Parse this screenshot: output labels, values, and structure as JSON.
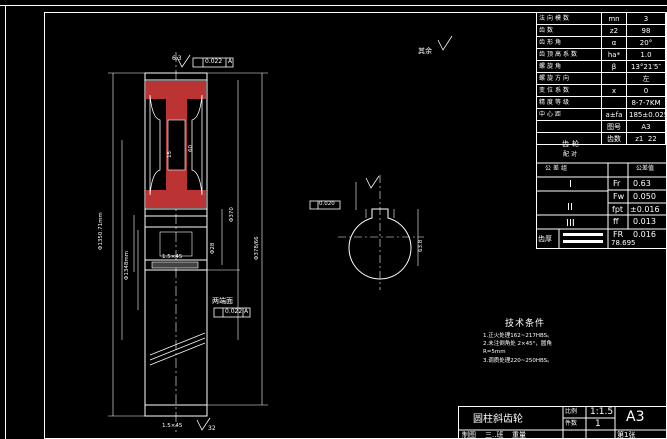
{
  "gear_params": [
    {
      "label": "法向模数",
      "symbol": "mn",
      "value": "3"
    },
    {
      "label": "齿数",
      "symbol": "z2",
      "value": "98"
    },
    {
      "label": "齿形角",
      "symbol": "α",
      "value": "20°"
    },
    {
      "label": "齿顶高系数",
      "symbol": "ha*",
      "value": "1.0"
    },
    {
      "label": "螺旋角",
      "symbol": "β",
      "value": "13°21′5″"
    },
    {
      "label": "螺旋方向",
      "symbol": "",
      "value": "左"
    },
    {
      "label": "变位系数",
      "symbol": "x",
      "value": "0"
    },
    {
      "label": "精度等级",
      "symbol": "",
      "value": "8-7-7KM"
    },
    {
      "label": "中心距",
      "symbol": "a±fa",
      "value": "185±0.025"
    }
  ],
  "mating": {
    "label1": "配对",
    "label2": "齿轮",
    "col_tuhao": "图号",
    "col_chishu": "齿数",
    "tuhao": "A3",
    "symbol": "z1",
    "teeth": "22"
  },
  "tolerance": {
    "header_group": "公差组",
    "header_value": "公差值",
    "groups": [
      {
        "roman": "I",
        "rows": [
          {
            "sym": "Fr",
            "val": "0.63"
          },
          {
            "sym": "Fw",
            "val": "0.050"
          }
        ]
      },
      {
        "roman": "II",
        "rows": [
          {
            "sym": "fpt",
            "val": "±0.016"
          },
          {
            "sym": "ff",
            "val": "0.013"
          }
        ]
      },
      {
        "roman": "III",
        "rows": [
          {
            "sym": "FR",
            "val": "0.016"
          }
        ]
      }
    ],
    "thickness_label": "齿厚",
    "thickness_value": "78.695"
  },
  "title_block": {
    "part_name": "圆柱斜齿轮",
    "scale_label": "比例",
    "scale": "1:1.5",
    "count_label": "件数",
    "count": "1",
    "sheet": "A3",
    "row3_a": "制图",
    "row3_b": "三..班",
    "row3_c": "重量",
    "row3_d": "第1张"
  },
  "tech_req": {
    "title": "技术条件",
    "lines": [
      "1.正火处理162~217HBS。",
      "2.未注倒角处 2×45°，圆角",
      "R=5mm",
      "3.调质处理220~250HBS。"
    ]
  },
  "annotations": {
    "surface_rest": "其余",
    "ra_top": "6.3",
    "tol_frame_top": "0.022",
    "datum": "A",
    "end_faces": "两端面",
    "tol_frame_mid": "0.022",
    "keyway_frame": "0.020",
    "dims_left": [
      "Φ1350.71mm",
      "Φ1348mm"
    ],
    "dim_right_long": "Φ378/66",
    "dim_mid1": "Φ370",
    "dim_mid2": "Φ28",
    "dim_len1": "60",
    "dim_len2": "15",
    "dim_kw": "63.8",
    "chamfer1": "1.5×45",
    "chamfer2": "1.5×45",
    "ra_bottom": "32"
  }
}
